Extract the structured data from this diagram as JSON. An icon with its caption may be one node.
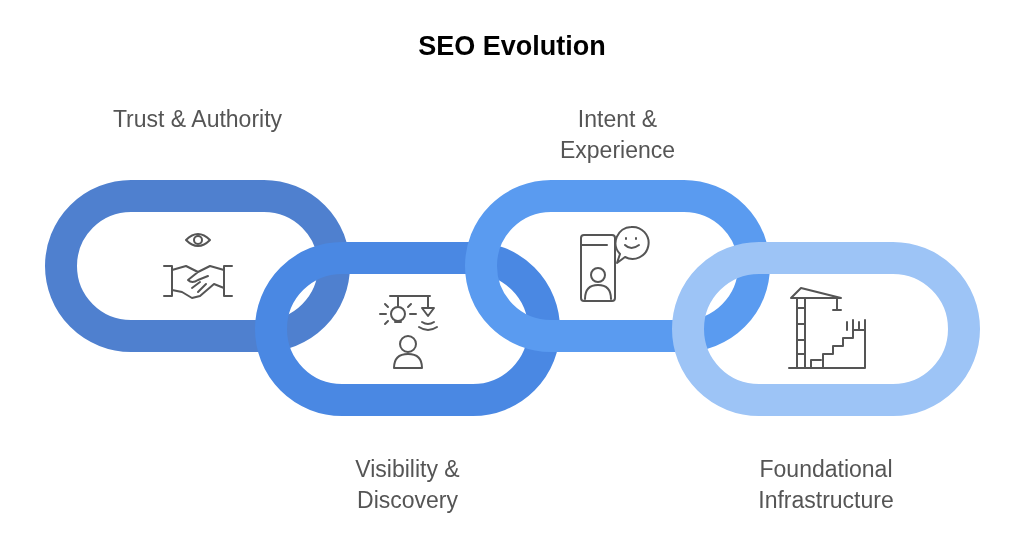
{
  "diagram": {
    "title": "SEO Evolution",
    "nodes": [
      {
        "text": [
          "Trust & Authority"
        ]
      },
      {
        "text": [
          "Visibility & Discovery"
        ]
      },
      {
        "text": [
          "Intent & Experience"
        ]
      },
      {
        "text": [
          "Foundational Infrastructure"
        ]
      }
    ]
  }
}
